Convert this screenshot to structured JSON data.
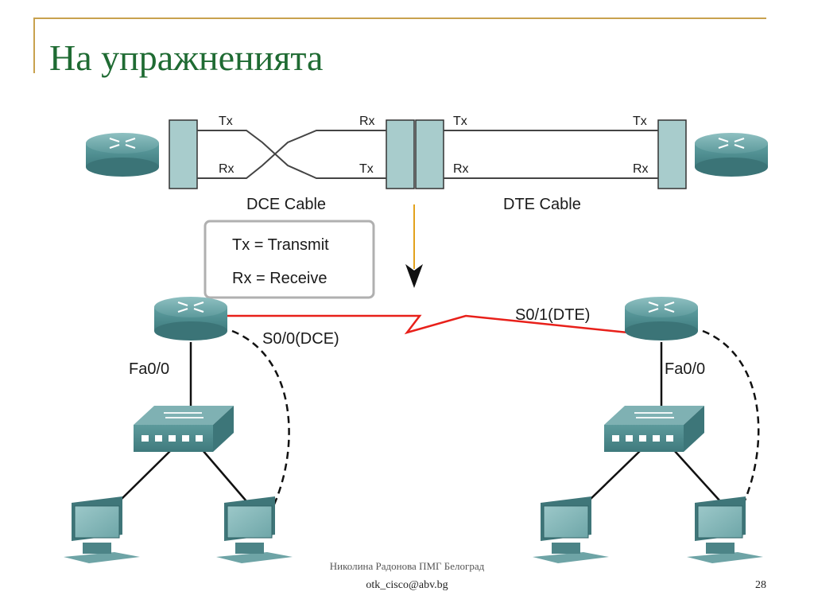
{
  "slide": {
    "title": "На упражненията",
    "footer_obscured": "Николина Радонова ПМГ Белоград",
    "footer_email": "otk_cisco@abv.bg",
    "page_number": "28"
  },
  "cable_diagram": {
    "dce_left_top": "Tx",
    "dce_left_bottom": "Rx",
    "dce_right_top": "Rx",
    "dce_right_bottom": "Tx",
    "dte_left_top": "Tx",
    "dte_left_bottom": "Rx",
    "dte_right_top": "Tx",
    "dte_right_bottom": "Rx",
    "dce_cable_label": "DCE Cable",
    "dte_cable_label": "DTE Cable"
  },
  "legend": {
    "tx_line": "Tx = Transmit",
    "rx_line": "Rx = Receive"
  },
  "topology": {
    "left_serial_label": "S0/0(DCE)",
    "right_serial_label": "S0/1(DTE)",
    "left_fa_label": "Fa0/0",
    "right_fa_label": "Fa0/0"
  },
  "colors": {
    "title_green": "#1f6b33",
    "header_gold": "#c8a14e",
    "device_teal": "#5a9a9c",
    "serial_red": "#e8201a",
    "arrow_orange": "#e3a21c"
  }
}
